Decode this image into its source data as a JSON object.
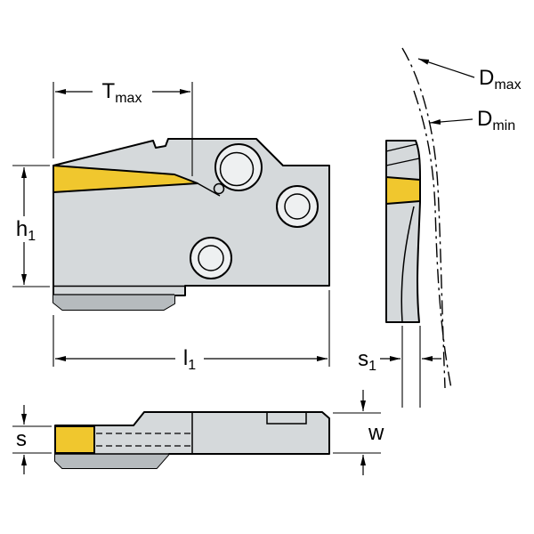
{
  "colors": {
    "background": "#ffffff",
    "body": "#d5d9db",
    "body_shade": "#b6bbbe",
    "hole_face": "#eef0f1",
    "hole_inner": "#ffffff",
    "insert": "#f0c72e",
    "line": "#000000"
  },
  "labels": {
    "t_max": {
      "base": "T",
      "sub": "max"
    },
    "d_max": {
      "base": "D",
      "sub": "max"
    },
    "d_min": {
      "base": "D",
      "sub": "min"
    },
    "h1": {
      "base": "h",
      "sub": "1"
    },
    "l1": {
      "base": "l",
      "sub": "1"
    },
    "s1": {
      "base": "s",
      "sub": "1"
    },
    "s": {
      "base": "s",
      "sub": ""
    },
    "w": {
      "base": "w",
      "sub": ""
    }
  }
}
